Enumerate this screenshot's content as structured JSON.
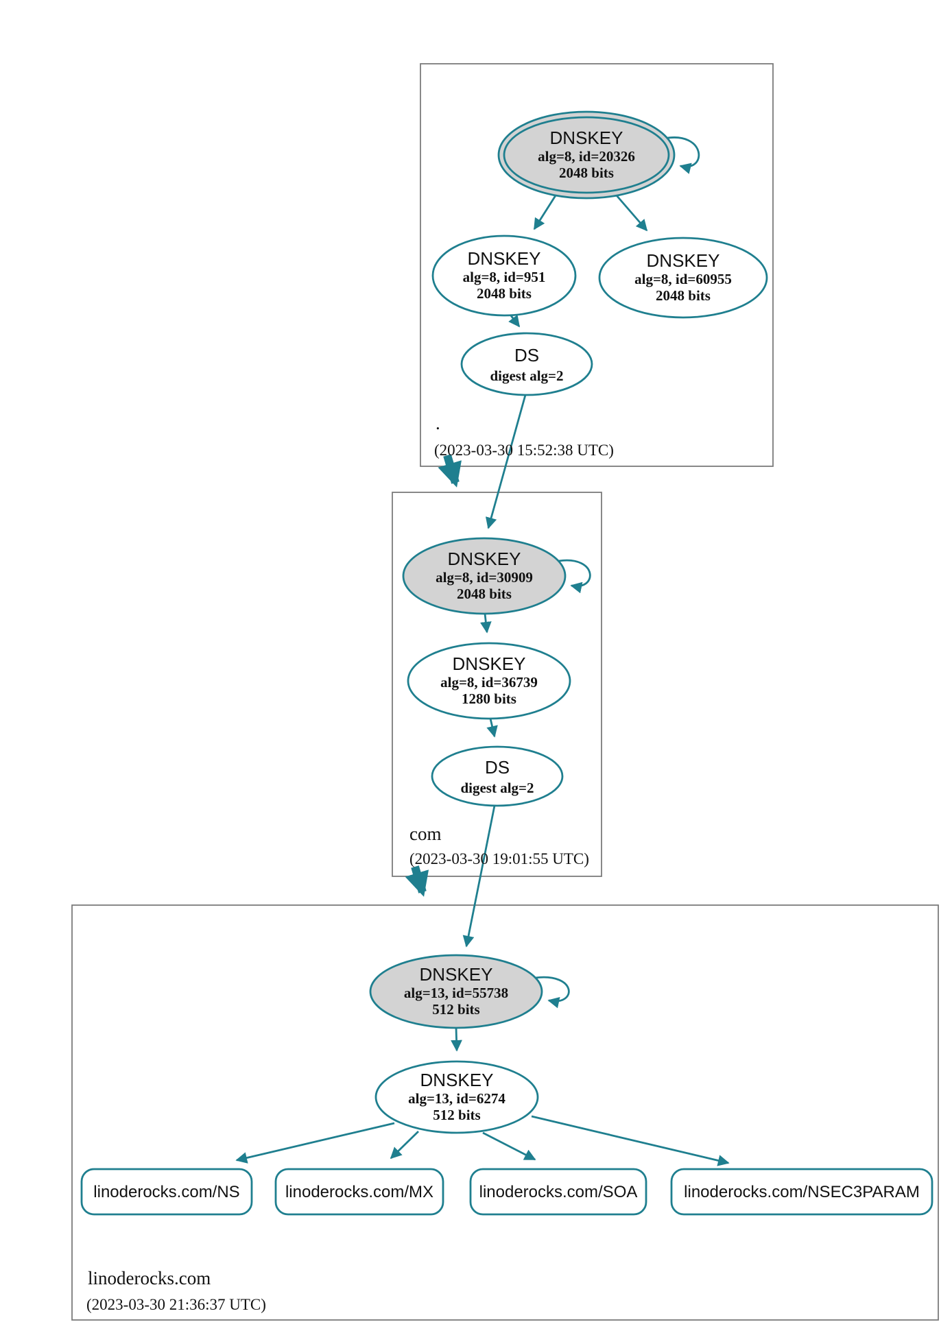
{
  "diagram_type": "dnssec-authentication-chain",
  "colors": {
    "edge_teal": "#1f7f8f",
    "ksk_fill_gray": "#d3d3d3",
    "zone_box_border_gray": "#7b7b7b",
    "text": "#111111"
  },
  "zones": {
    "root": {
      "label": ".",
      "timestamp": "(2023-03-30 15:52:38 UTC)",
      "ksk": {
        "type": "DNSKEY",
        "detail": "alg=8, id=20326",
        "bits": "2048 bits"
      },
      "zsk1": {
        "type": "DNSKEY",
        "detail": "alg=8, id=951",
        "bits": "2048 bits"
      },
      "zsk2": {
        "type": "DNSKEY",
        "detail": "alg=8, id=60955",
        "bits": "2048 bits"
      },
      "ds": {
        "type": "DS",
        "detail": "digest alg=2"
      }
    },
    "com": {
      "label": "com",
      "timestamp": "(2023-03-30 19:01:55 UTC)",
      "ksk": {
        "type": "DNSKEY",
        "detail": "alg=8, id=30909",
        "bits": "2048 bits"
      },
      "zsk": {
        "type": "DNSKEY",
        "detail": "alg=8, id=36739",
        "bits": "1280 bits"
      },
      "ds": {
        "type": "DS",
        "detail": "digest alg=2"
      }
    },
    "linoderocks": {
      "label": "linoderocks.com",
      "timestamp": "(2023-03-30 21:36:37 UTC)",
      "ksk": {
        "type": "DNSKEY",
        "detail": "alg=13, id=55738",
        "bits": "512 bits"
      },
      "zsk": {
        "type": "DNSKEY",
        "detail": "alg=13, id=6274",
        "bits": "512 bits"
      },
      "rrsets": {
        "ns": "linoderocks.com/NS",
        "mx": "linoderocks.com/MX",
        "soa": "linoderocks.com/SOA",
        "nsec3param": "linoderocks.com/NSEC3PARAM"
      }
    }
  }
}
